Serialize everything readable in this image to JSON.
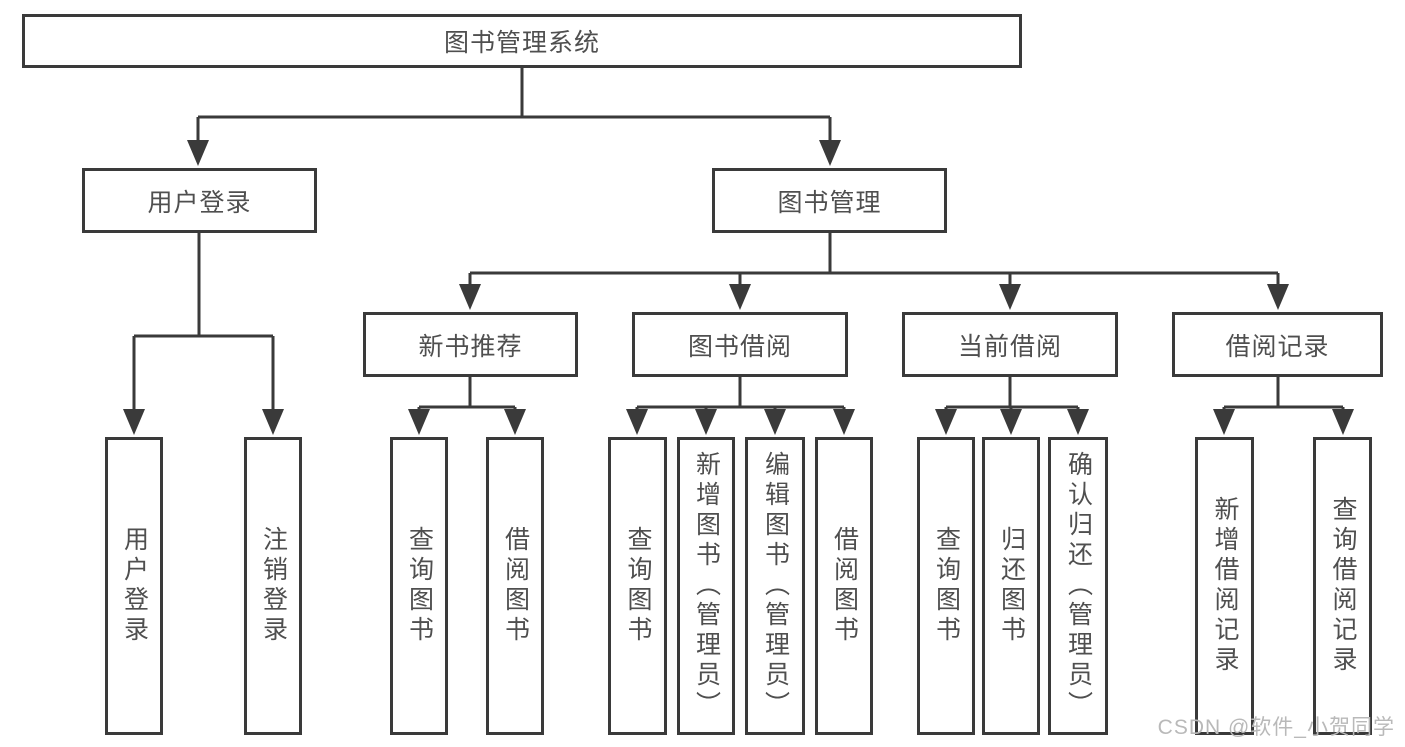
{
  "diagram": {
    "root": {
      "label": "图书管理系统"
    },
    "level2": [
      {
        "label": "用户登录"
      },
      {
        "label": "图书管理"
      }
    ],
    "level3": [
      {
        "label": "新书推荐"
      },
      {
        "label": "图书借阅"
      },
      {
        "label": "当前借阅"
      },
      {
        "label": "借阅记录"
      }
    ],
    "leaves": [
      {
        "label": "用户登录"
      },
      {
        "label": "注销登录"
      },
      {
        "label": "查询图书"
      },
      {
        "label": "借阅图书"
      },
      {
        "label": "查询图书"
      },
      {
        "label": "新增图书（管理员）"
      },
      {
        "label": "编辑图书（管理员）"
      },
      {
        "label": "借阅图书"
      },
      {
        "label": "查询图书"
      },
      {
        "label": "归还图书"
      },
      {
        "label": "确认归还（管理员）"
      },
      {
        "label": "新增借阅记录"
      },
      {
        "label": "查询借阅记录"
      }
    ]
  },
  "watermark": "CSDN @软件_小贺同学",
  "colors": {
    "line": "#3a3a3a",
    "text": "#4f4f4f",
    "watermark": "#b9b9b9",
    "background": "#ffffff"
  }
}
